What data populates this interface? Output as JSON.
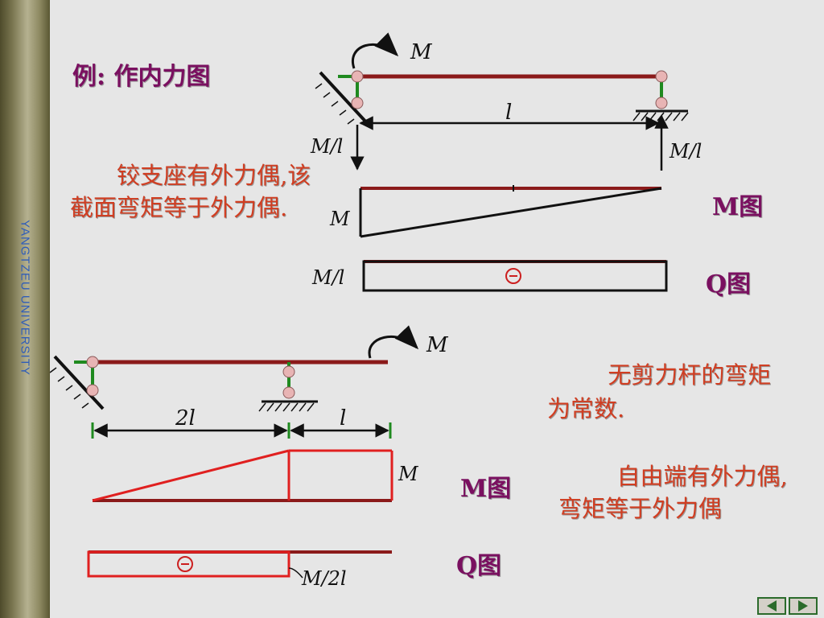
{
  "sidebar": {
    "text": "YANGTZEU   UNIVERSITY"
  },
  "title": "例: 作内力图",
  "example1": {
    "note": "铰支座有外力偶,该截面弯矩等于外力偶.",
    "moment": "M",
    "span": "l",
    "reaction_left": "M/l",
    "reaction_right": "M/l",
    "m_diagram_value": "M",
    "q_diagram_value": "M/l",
    "q_sign": "−",
    "m_diagram_label": "M图",
    "q_diagram_label": "Q图"
  },
  "example2": {
    "moment": "M",
    "span_left": "2l",
    "span_right": "l",
    "m_diagram_value": "M",
    "q_diagram_value": "M/2l",
    "q_sign": "−",
    "m_diagram_label": "M图",
    "q_diagram_label": "Q图",
    "note_constant": "无剪力杆的弯矩为常数.",
    "note_free_end": "自由端有外力偶,弯矩等于外力偶"
  },
  "nav": {
    "prev": "previous",
    "next": "next"
  }
}
